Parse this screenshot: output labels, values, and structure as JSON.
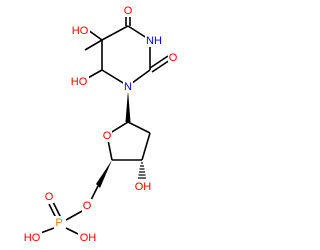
{
  "colors": {
    "bond": "#000000",
    "oxygen": "#FF0000",
    "nitrogen": "#0000FF",
    "phosphorus": "#FF8000",
    "background": "#FFFFFF"
  },
  "atoms": {
    "ho_c5": "HO",
    "o_c4": "O",
    "nh": "NH",
    "o_c2": "O",
    "n1": "N",
    "ho_c6": "HO",
    "o_ring": "O",
    "oh_sugar": "OH",
    "o_link": "O",
    "p": "P",
    "o_dbl": "O",
    "ho_p": "HO",
    "oh_p": "OH"
  }
}
